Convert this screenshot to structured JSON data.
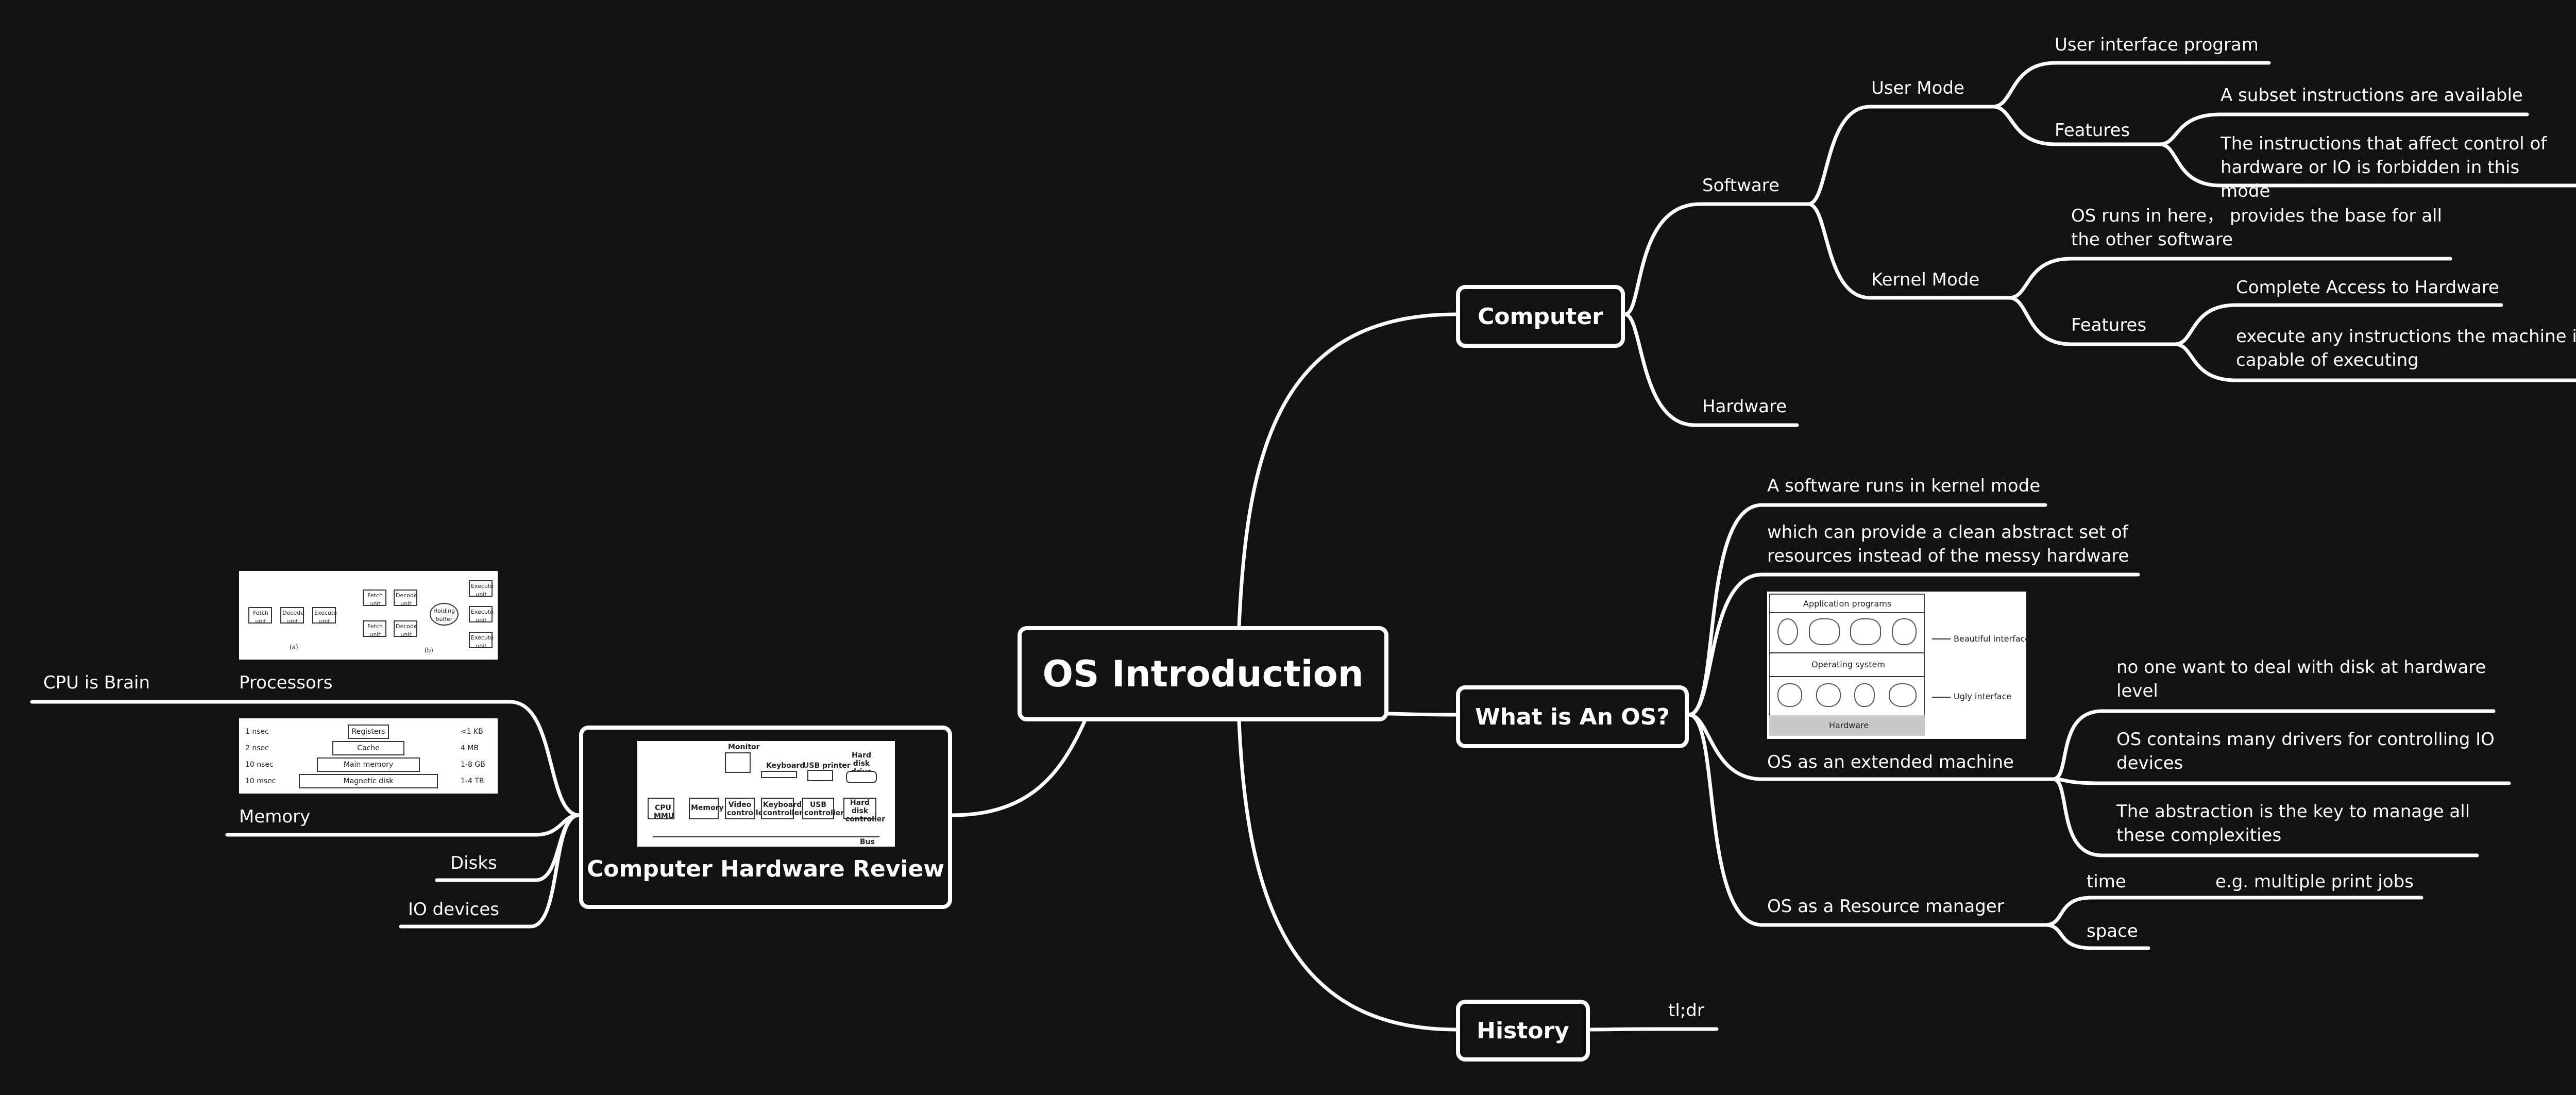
{
  "root": {
    "label": "OS Introduction"
  },
  "computer": {
    "label": "Computer",
    "software": {
      "label": "Software",
      "user_mode": {
        "label": "User Mode",
        "ui_program": "User interface program",
        "features": {
          "label": "Features",
          "subset": "A subset instructions are available",
          "forbidden": "The instructions that affect control of hardware or IO is forbidden in this mode"
        }
      },
      "kernel_mode": {
        "label": "Kernel Mode",
        "base": "OS runs in here， provides the base for all the other software",
        "features": {
          "label": "Features",
          "access": "Complete Access to Hardware",
          "execute": "execute any instructions the machine is capable of executing"
        }
      }
    },
    "hardware": {
      "label": "Hardware"
    }
  },
  "what_is_os": {
    "label": "What is An OS?",
    "kernel_sw": "A software runs in kernel mode",
    "abstract": "which can provide a clean abstract set of resources instead of the messy hardware",
    "figure": {
      "app": "Application programs",
      "os": "Operating system",
      "hw": "Hardware",
      "beautiful": "Beautiful interface",
      "ugly": "Ugly interface"
    },
    "extended": {
      "label": "OS as an extended machine",
      "disk": "no one want to deal with disk at hardware level",
      "drivers": "OS contains many drivers for controlling IO devices",
      "abstraction": "The abstraction is the key to manage all these complexities"
    },
    "resource": {
      "label": "OS as a Resource manager",
      "time": "time",
      "print_jobs": "e.g. multiple print jobs",
      "space": "space"
    }
  },
  "history": {
    "label": "History",
    "tldr": "tl;dr"
  },
  "hardware_review": {
    "label": "Computer Hardware Review",
    "processors": "Processors",
    "cpu_brain": "CPU is Brain",
    "memory": "Memory",
    "disks": "Disks",
    "io_devices": "IO devices",
    "pipeline_fig": {
      "fetch": "Fetch unit",
      "decode": "Decode unit",
      "execute": "Execute unit",
      "holding": "Holding buffer",
      "cap_a": "(a)",
      "cap_b": "(b)"
    },
    "memory_fig": {
      "rows": [
        {
          "time": "1 nsec",
          "name": "Registers",
          "size": "<1 KB"
        },
        {
          "time": "2 nsec",
          "name": "Cache",
          "size": "4 MB"
        },
        {
          "time": "10 nsec",
          "name": "Main memory",
          "size": "1-8 GB"
        },
        {
          "time": "10 msec",
          "name": "Magnetic disk",
          "size": "1-4 TB"
        }
      ]
    },
    "bus_fig": {
      "monitor": "Monitor",
      "keyboard": "Keyboard",
      "usb_printer": "USB printer",
      "hdd": "Hard disk drive",
      "cpu": "CPU",
      "mmu": "MMU",
      "memory": "Memory",
      "video": "Video controller",
      "kbd_ctrl": "Keyboard controller",
      "usb_ctrl": "USB controller",
      "hd_ctrl": "Hard disk controller",
      "bus": "Bus"
    }
  }
}
